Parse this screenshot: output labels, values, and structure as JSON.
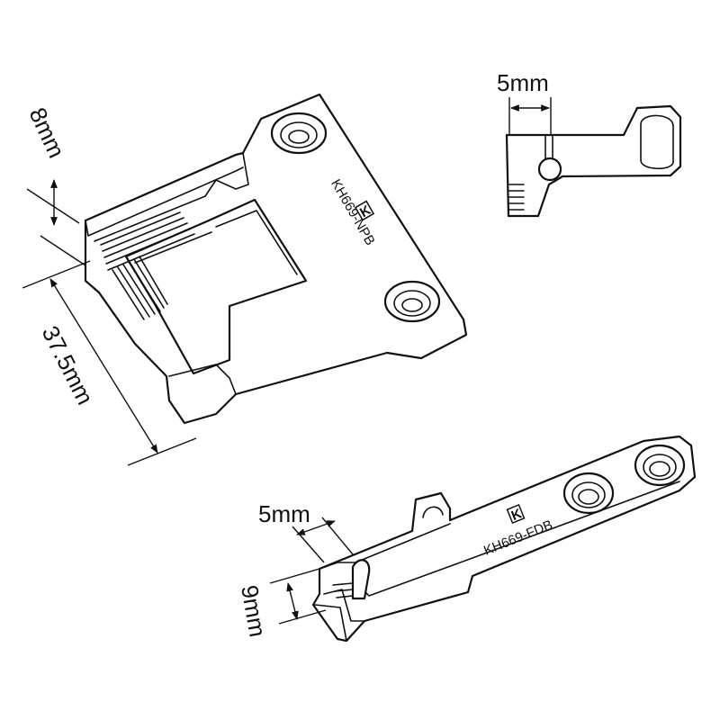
{
  "dimensions": {
    "top_width": "5mm",
    "bar_width": "5mm",
    "plate_thickness": "8mm",
    "plate_length": "37.5mm",
    "bar_height": "9mm"
  },
  "parts": {
    "needle_plate_code": "KH669-NPB",
    "feed_dog_code": "KH669-FDB",
    "logo_mark": "K"
  },
  "colors": {
    "stroke": "#111111",
    "background": "#ffffff"
  }
}
